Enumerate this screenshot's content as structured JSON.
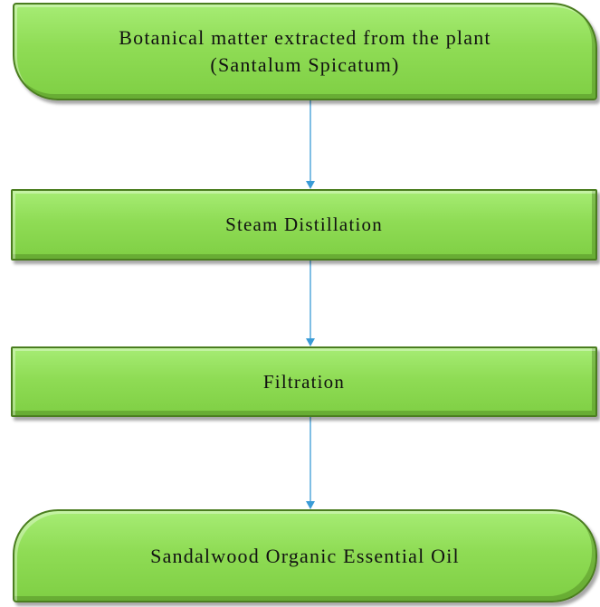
{
  "diagram": {
    "nodes": [
      {
        "id": "node-1",
        "lines": [
          "Botanical matter extracted from the plant",
          "(Santalum Spicatum)"
        ]
      },
      {
        "id": "node-2",
        "lines": [
          "Steam Distillation"
        ]
      },
      {
        "id": "node-3",
        "lines": [
          "Filtration"
        ]
      },
      {
        "id": "node-4",
        "lines": [
          "Sandalwood Organic Essential Oil"
        ]
      }
    ],
    "edges": [
      {
        "from": "node-1",
        "to": "node-2"
      },
      {
        "from": "node-2",
        "to": "node-3"
      },
      {
        "from": "node-3",
        "to": "node-4"
      }
    ],
    "colors": {
      "node_fill": "#8fdc55",
      "node_border": "#4a7d1f",
      "connector": "#3a9bd6"
    }
  }
}
